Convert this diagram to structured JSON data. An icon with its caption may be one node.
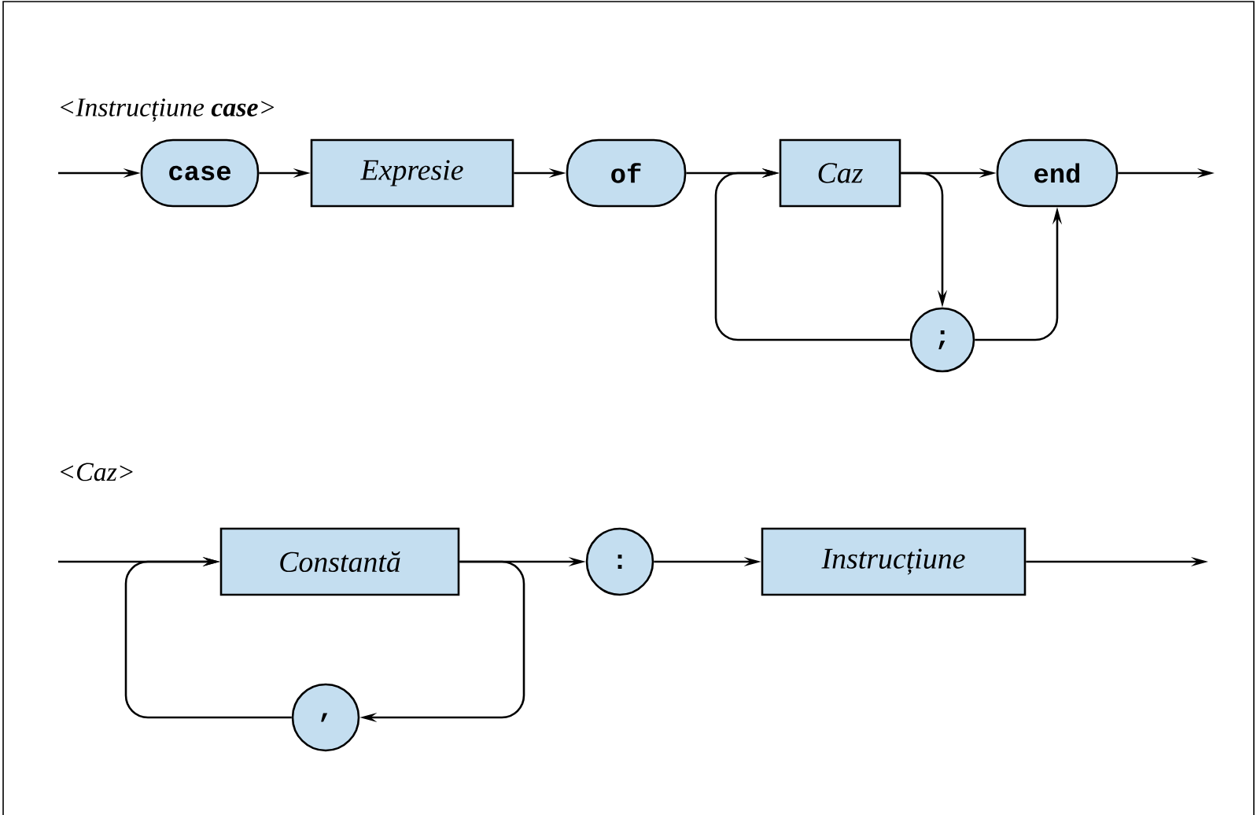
{
  "diagram": {
    "nodes": [
      {
        "text": [
          "case"
        ]
      },
      {
        "text": [
          "Expresie"
        ]
      },
      {
        "text": [
          "of"
        ]
      },
      {
        "text": [
          "Caz"
        ]
      },
      {
        "text": [
          "end"
        ]
      },
      {
        "text": [
          ";"
        ]
      },
      {
        "text": [
          "Constantă"
        ]
      },
      {
        "text": [
          ":"
        ]
      },
      {
        "text": [
          "Instrucțiune"
        ]
      },
      {
        "text": [
          ","
        ]
      }
    ],
    "edges": [
      {
        "from": null,
        "to": 0,
        "arrow": "to"
      },
      {
        "from": 0,
        "to": 1,
        "arrow": "to"
      },
      {
        "from": 1,
        "to": 2,
        "arrow": "to"
      },
      {
        "from": 2,
        "to": 3,
        "arrow": "to"
      },
      {
        "from": 3,
        "to": 4,
        "arrow": "to"
      },
      {
        "from": 4,
        "to": null,
        "arrow": "to"
      },
      {
        "from": 3,
        "to": 5,
        "arrow": "to"
      },
      {
        "from": 5,
        "to": 3,
        "arrow": "to"
      },
      {
        "from": 5,
        "to": 4,
        "arrow": "to"
      },
      {
        "from": null,
        "to": 6,
        "arrow": "to"
      },
      {
        "from": 6,
        "to": 7,
        "arrow": "to"
      },
      {
        "from": 7,
        "to": 8,
        "arrow": "to"
      },
      {
        "from": 8,
        "to": null,
        "arrow": "to"
      },
      {
        "from": 6,
        "to": 9,
        "arrow": "to"
      },
      {
        "from": 9,
        "to": 6,
        "arrow": "to"
      }
    ],
    "labels": [
      "<Instrucțiune **case**>",
      "<Caz>"
    ]
  }
}
